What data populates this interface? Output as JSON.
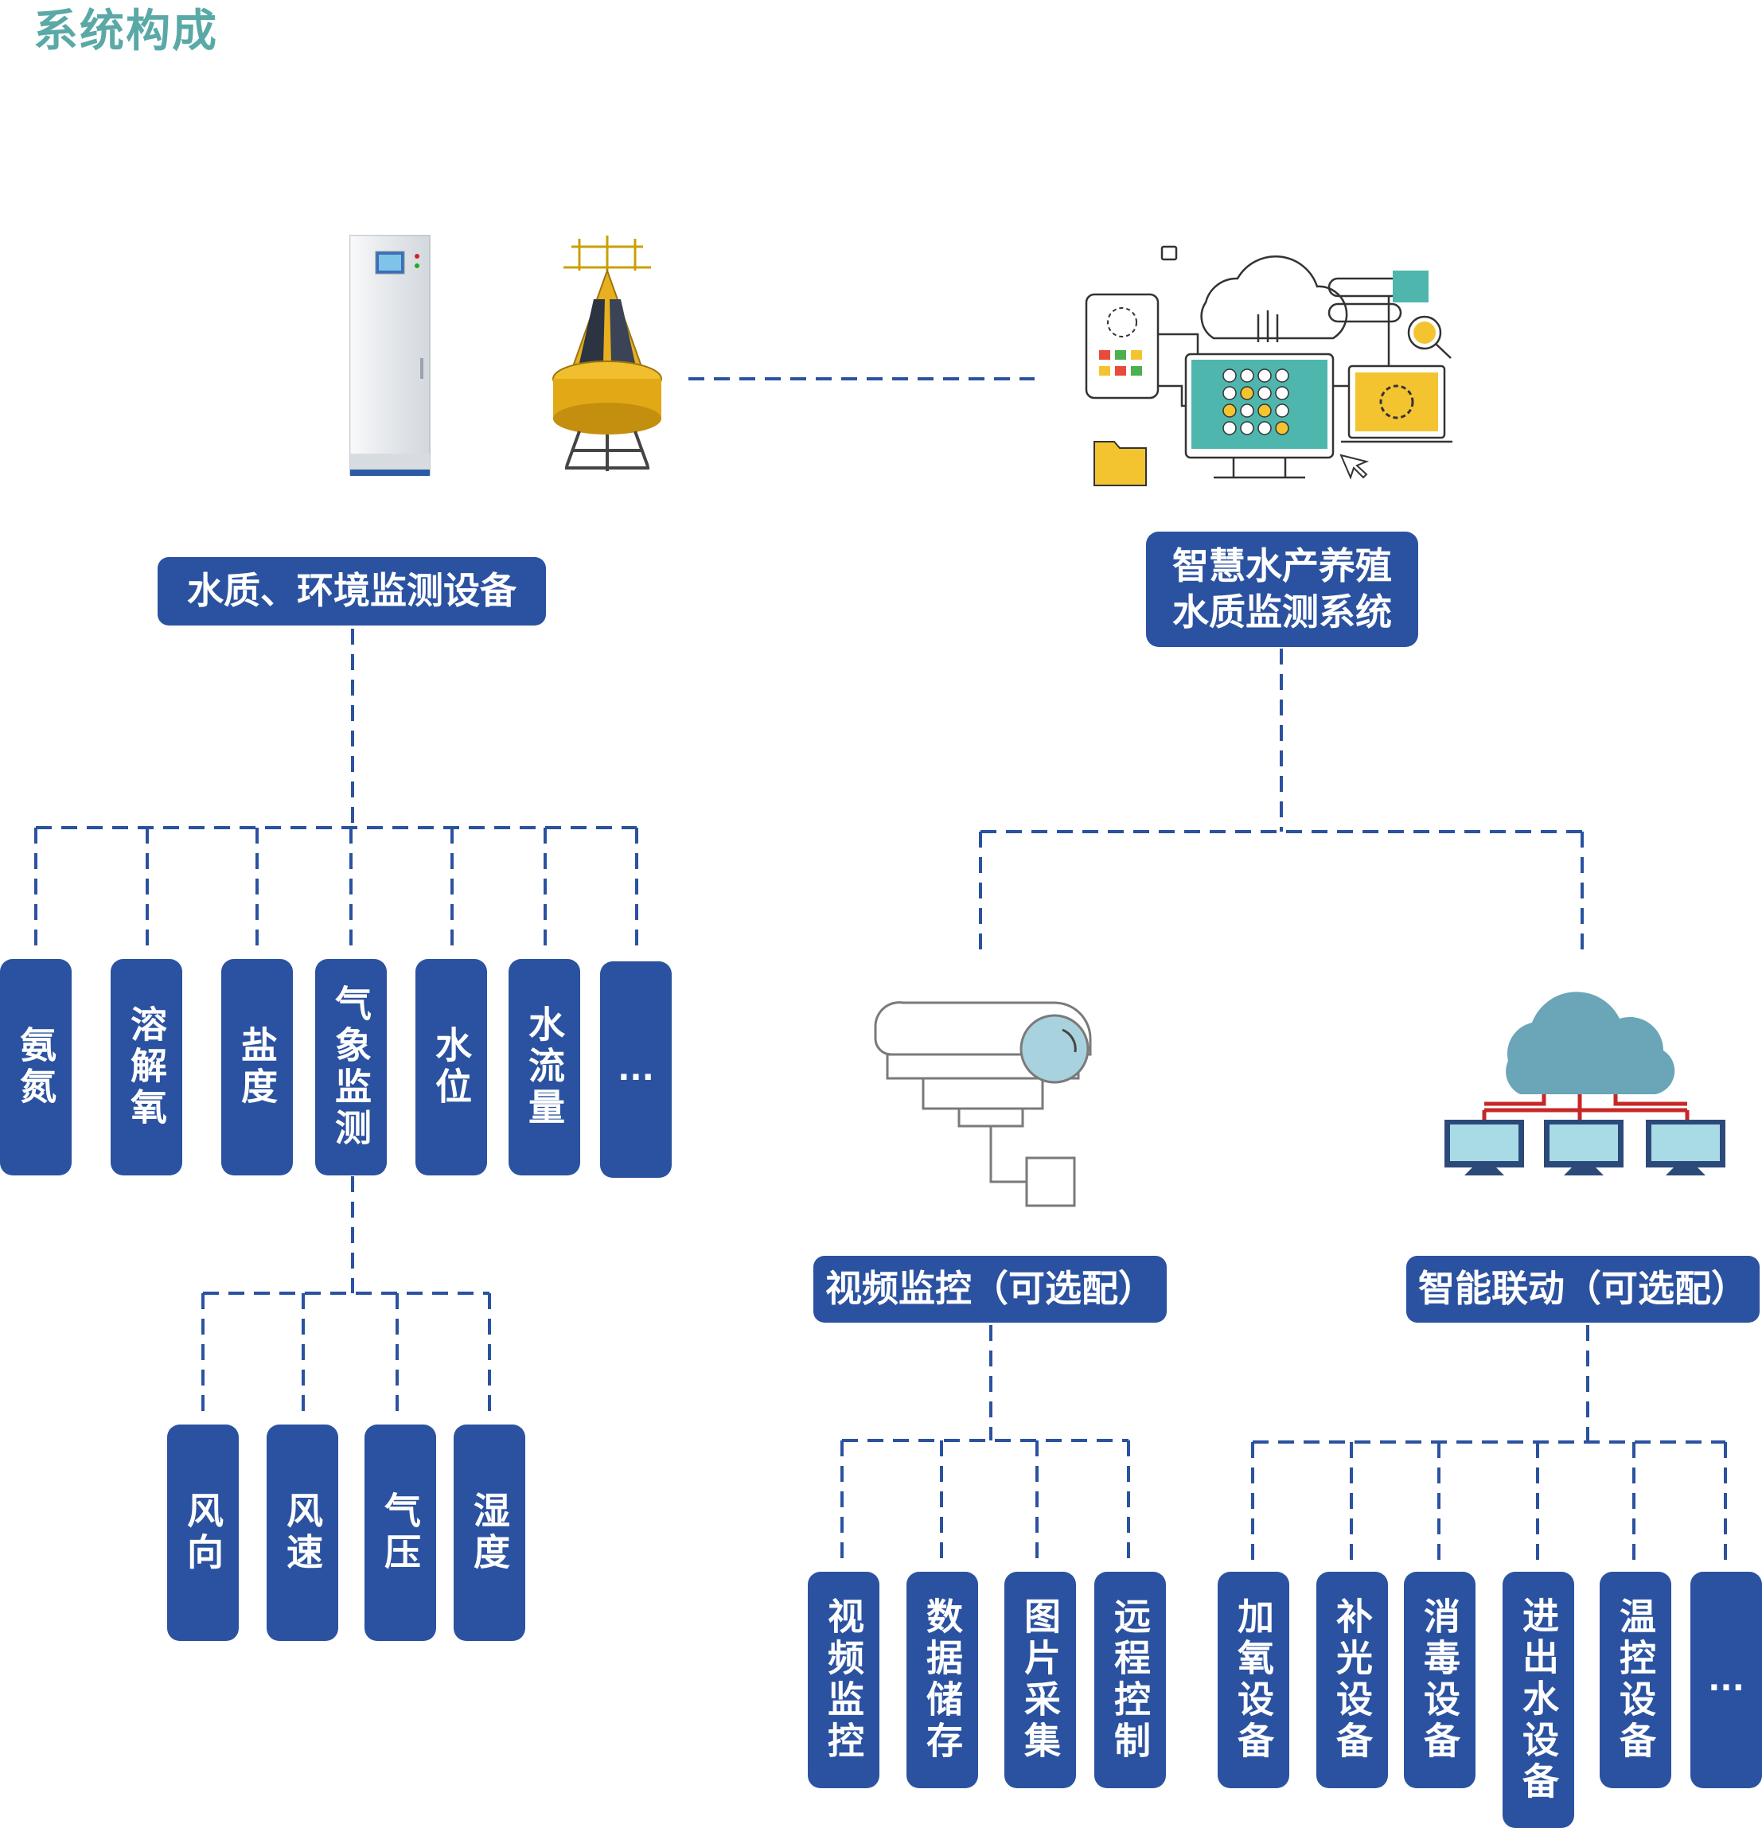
{
  "title": "系统构成",
  "left": {
    "header": "水质、环境监测设备",
    "items": [
      "氨氮",
      "溶解氧",
      "盐度",
      "气象监测",
      "水位",
      "水流量",
      "..."
    ],
    "weather_items": [
      "风向",
      "风速",
      "气压",
      "湿度"
    ]
  },
  "right": {
    "header": "智慧水产养殖\n水质监测系统",
    "video": {
      "header": "视频监控（可选配）",
      "items": [
        "视频监控",
        "数据储存",
        "图片采集",
        "远程控制"
      ]
    },
    "linkage": {
      "header": "智能联动（可选配）",
      "items": [
        "加氧设备",
        "补光设备",
        "消毒设备",
        "进出水设备",
        "温控设备",
        "..."
      ]
    }
  },
  "colors": {
    "box": "#2b52a0",
    "title": "#5aa9a7",
    "buoy": "#e8b020",
    "cloud": "#6aa5b8",
    "wire": "#c62828"
  },
  "icons": [
    "cabinet-icon",
    "buoy-icon",
    "smart-system-icon",
    "camera-icon",
    "cloud-network-icon"
  ]
}
